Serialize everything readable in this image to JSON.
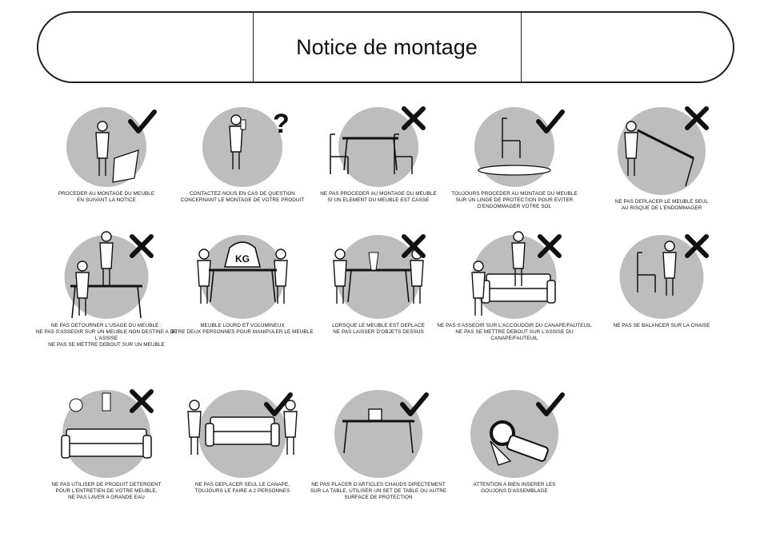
{
  "header": {
    "title": "Notice de montage"
  },
  "items": [
    {
      "icon": "check-icon",
      "lines": [
        "PROCEDER AU MONTAGE DU MEUBLE",
        "EN SUIVANT LA NOTICE"
      ]
    },
    {
      "icon": "question-mark-icon",
      "lines": [
        "CONTACTEZ-NOUS EN CAS DE QUESTION",
        "CONCERNANT LE MONTAGE DE VOTRE PRODUIT"
      ]
    },
    {
      "icon": "cross-icon",
      "lines": [
        "NE PAS PROCEDER AU MONTAGE DU MEUBLE",
        "SI UN ELEMENT DU MEUBLE EST CASSE"
      ]
    },
    {
      "icon": "check-icon",
      "lines": [
        "TOUJOURS PROCEDER AU MONTAGE DU MEUBLE",
        "SUR UN LINGE DE PROTECTION POUR EVITER",
        "D'ENDOMMAGER VOTRE SOL"
      ]
    },
    {
      "icon": "cross-icon",
      "lines": [
        "NE PAS DEPLACER LE MEUBLE SEUL",
        "AU RISQUE DE L'ENDOMMAGER"
      ]
    },
    {
      "icon": "cross-icon",
      "lines": [
        "NE PAS DETOURNER L'USAGE DU MEUBLE :",
        "NE PAS S'ASSEOIR SUR UN MEUBLE NON DESTINE A DE L'ASSISE",
        "NE PAS SE METTRE DEBOUT SUR UN MEUBLE"
      ]
    },
    {
      "icon": "kg-weight-icon",
      "kg": "KG",
      "lines": [
        "MEUBLE LOURD ET VOLUMINEUX",
        "ETRE DEUX PERSONNES POUR MANIPULER LE MEUBLE"
      ]
    },
    {
      "icon": "cross-icon",
      "lines": [
        "LORSQUE LE MEUBLE EST DEPLACE",
        "NE PAS LAISSER D'OBJETS DESSUS"
      ]
    },
    {
      "icon": "cross-icon",
      "lines": [
        "NE PAS S'ASSEOIR SUR L'ACCOUDOIR DU CANAPE/FAUTEUIL",
        "NE PAS SE METTRE DEBOUT SUR L'ASSISE DU CANAPE/FAUTEUIL"
      ]
    },
    {
      "icon": "cross-icon",
      "lines": [
        "NE PAS SE BALANCER SUR LA CHAISE"
      ]
    },
    {
      "icon": "cross-icon",
      "lines": [
        "NE PAS UTILISER DE PRODUIT DETERGENT",
        "POUR L'ENTRETIEN DE VOTRE MEUBLE,",
        "NE PAS LAVER A GRANDE EAU"
      ]
    },
    {
      "icon": "check-icon",
      "lines": [
        "NE PAS DEPLACER SEUL LE CANAPE,",
        "TOUJOURS LE FAIRE A 2 PERSONNES"
      ]
    },
    {
      "icon": "check-icon",
      "lines": [
        "NE PAS PLACER D'ARTICLES CHAUDS DIRECTEMENT",
        "SUR LA TABLE, UTILISER UN SET DE TABLE OU AUTRE",
        "SURFACE DE PROTECTION"
      ]
    },
    {
      "icon": "check-icon",
      "lines": [
        "ATTENTION A BIEN INSERER LES",
        "GOUJONS D'ASSEMBLAGE"
      ]
    }
  ]
}
